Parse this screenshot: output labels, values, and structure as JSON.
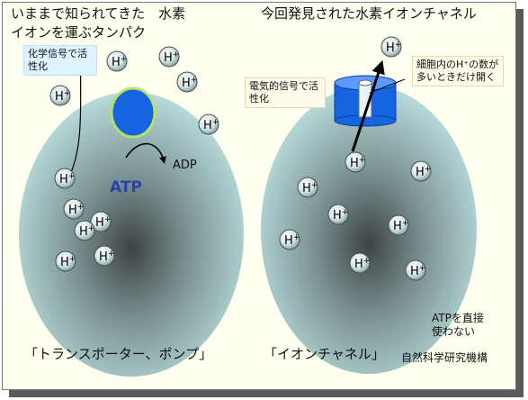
{
  "left": {
    "title_line1": "いままで知られてきた　水素",
    "title_line2": "イオンを運ぶタンパク",
    "note": "化学信号で活性化",
    "atp_label": "ATP",
    "adp_label": "ADP",
    "caption": "「トランスポーター、ポンプ」"
  },
  "right": {
    "title": "今回発見された水素イオンチャネル",
    "note": "電気的信号で活性化",
    "note_open": "細胞内のH⁺の数が多いときだけ開く",
    "note_no_atp": "ATPを直接使わない",
    "caption": "「イオンチャネル」"
  },
  "credit": "自然科学研究機構",
  "ion_label": "H",
  "ion_charge": "+"
}
